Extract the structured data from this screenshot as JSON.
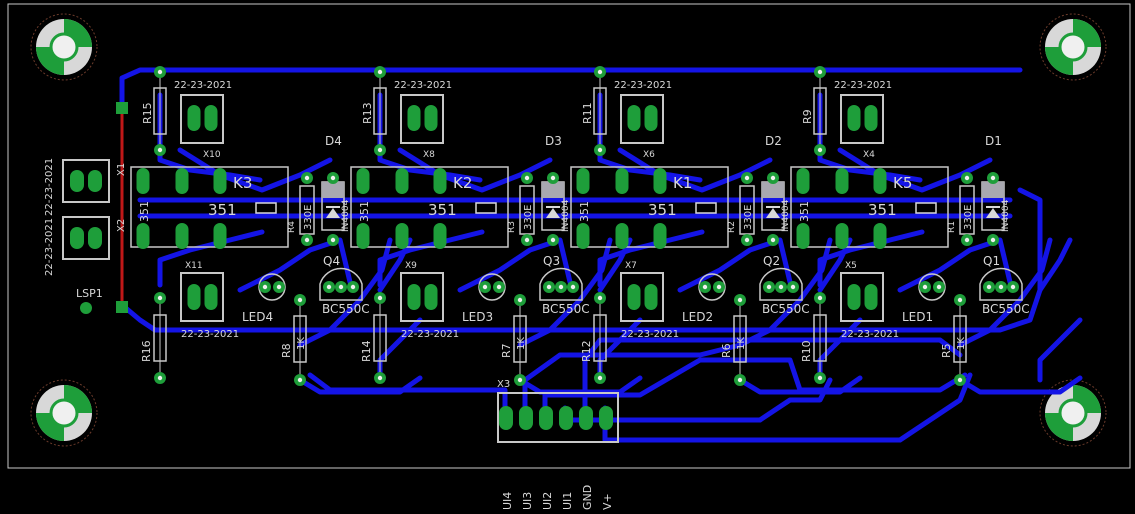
{
  "colors": {
    "background": "#000000",
    "outline": "#c8c8c8",
    "trace_bottom": "#1414e6",
    "trace_top": "#c01818",
    "pad": "#1e9e3a",
    "drill": "#f0f0f0",
    "silk": "#d8d8d8",
    "part_fill": "#a8a8b0"
  },
  "icons": {
    "mounting_hole": "mounting-hole-icon",
    "diode": "diode-symbol-icon",
    "led": "led-symbol-icon",
    "transistor": "transistor-outline-icon",
    "relay": "relay-outline-icon"
  },
  "labels": {
    "date": "22-23-2021",
    "relay_code": "351",
    "relay_res": "330E",
    "diode_type": "IN4004",
    "transistor_type": "BC550C",
    "lsp": "LSP1",
    "resistor_value": "1K",
    "x1": "X1",
    "x2": "X2",
    "x3": "X3",
    "relays": [
      "K3",
      "K2",
      "K1",
      "K5"
    ],
    "diodes": [
      "D4",
      "D3",
      "D2",
      "D1"
    ],
    "transistors": [
      "Q4",
      "Q3",
      "Q2",
      "Q1"
    ],
    "leds": [
      "LED4",
      "LED3",
      "LED2",
      "LED1"
    ],
    "relay_resistors": [
      "R4",
      "R3",
      "R2",
      "R1"
    ],
    "top_resistors": [
      "R15",
      "R13",
      "R11",
      "R9"
    ],
    "bottom_left_resistors": [
      "R16",
      "R14",
      "R12",
      "R10"
    ],
    "bottom_right_resistors": [
      "R8",
      "R7",
      "R6",
      "R5"
    ],
    "top_connectors": [
      "X10",
      "X8",
      "X6",
      "X4"
    ],
    "bottom_connectors": [
      "X11",
      "X9",
      "X7",
      "X5"
    ],
    "header_pins": [
      "UI4",
      "UI3",
      "UI2",
      "UI1",
      "GND",
      "V+"
    ]
  }
}
